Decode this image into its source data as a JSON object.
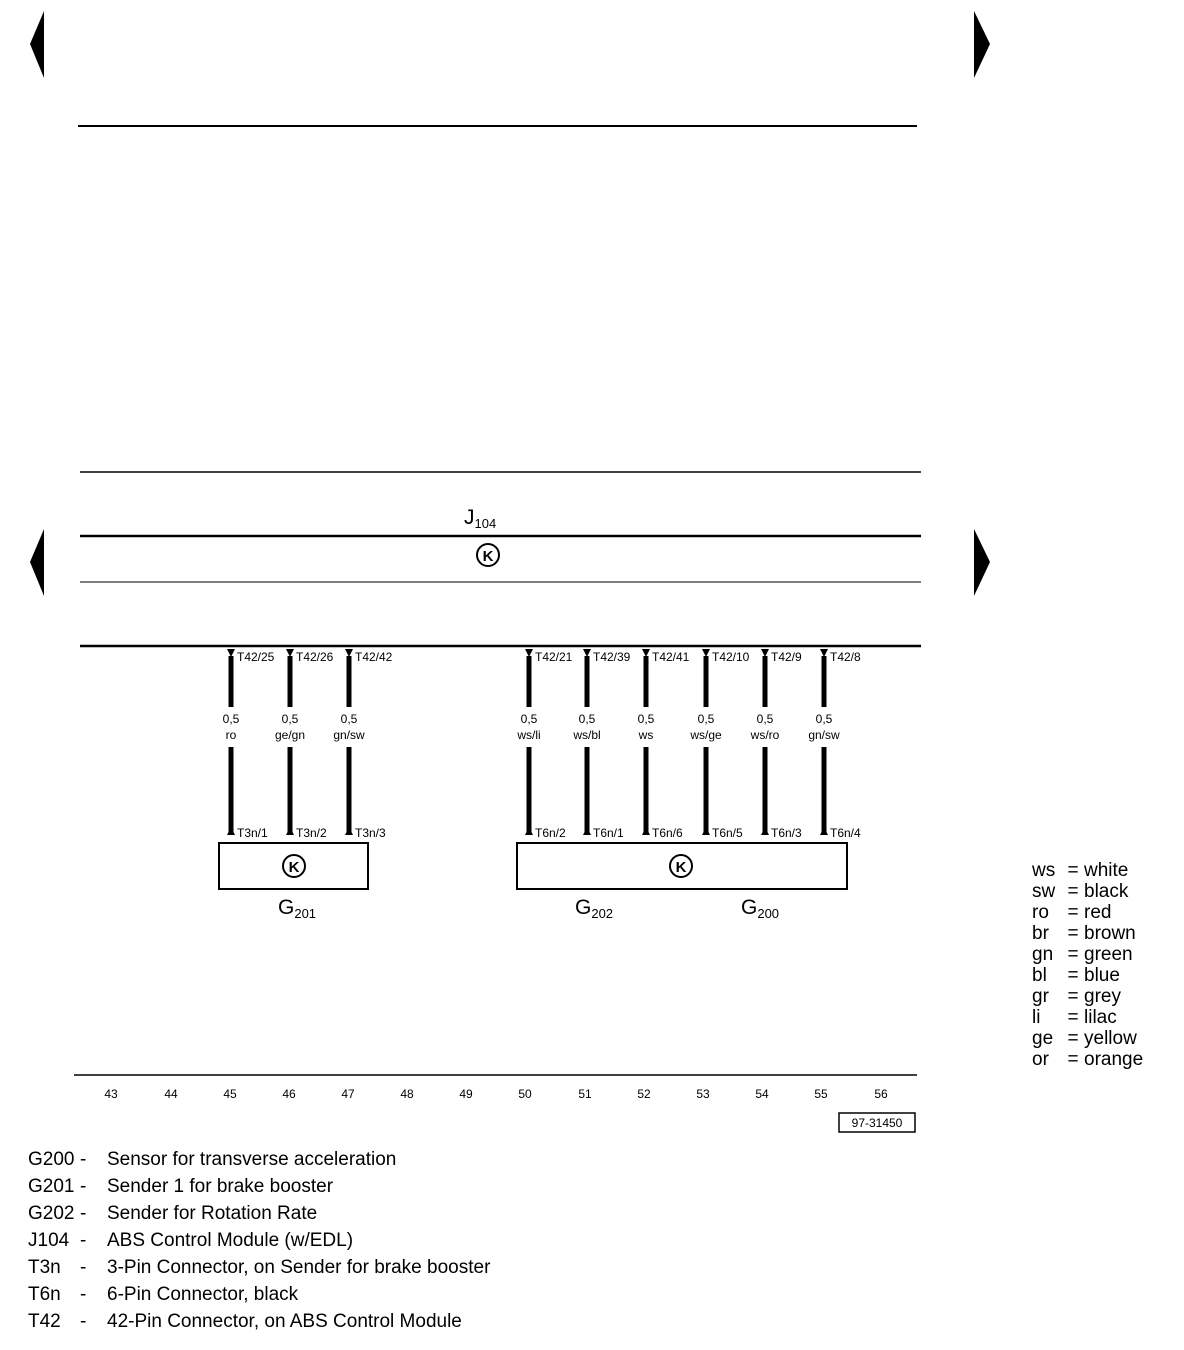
{
  "module": {
    "label": "J",
    "sub": "104",
    "ground_symbol": "K"
  },
  "components": [
    {
      "id": "G201",
      "label": "G",
      "sub": "201",
      "ground_symbol": "K"
    },
    {
      "id": "G202",
      "label": "G",
      "sub": "202"
    },
    {
      "id": "G200",
      "label": "G",
      "sub": "200",
      "ground_symbol": "K"
    }
  ],
  "wires": [
    {
      "track": "45",
      "module_pin": "T42/25",
      "size": "0,5",
      "color": "ro",
      "comp_pin": "T3n/1"
    },
    {
      "track": "46",
      "module_pin": "T42/26",
      "size": "0,5",
      "color": "ge/gn",
      "comp_pin": "T3n/2"
    },
    {
      "track": "47",
      "module_pin": "T42/42",
      "size": "0,5",
      "color": "gn/sw",
      "comp_pin": "T3n/3"
    },
    {
      "track": "50",
      "module_pin": "T42/21",
      "size": "0,5",
      "color": "ws/li",
      "comp_pin": "T6n/2"
    },
    {
      "track": "51",
      "module_pin": "T42/39",
      "size": "0,5",
      "color": "ws/bl",
      "comp_pin": "T6n/1"
    },
    {
      "track": "52",
      "module_pin": "T42/41",
      "size": "0,5",
      "color": "ws",
      "comp_pin": "T6n/6"
    },
    {
      "track": "53",
      "module_pin": "T42/10",
      "size": "0,5",
      "color": "ws/ge",
      "comp_pin": "T6n/5"
    },
    {
      "track": "54",
      "module_pin": "T42/9",
      "size": "0,5",
      "color": "ws/ro",
      "comp_pin": "T6n/3"
    },
    {
      "track": "55",
      "module_pin": "T42/8",
      "size": "0,5",
      "color": "gn/sw",
      "comp_pin": "T6n/4"
    }
  ],
  "tracks": [
    "43",
    "44",
    "45",
    "46",
    "47",
    "48",
    "49",
    "50",
    "51",
    "52",
    "53",
    "54",
    "55",
    "56"
  ],
  "figure_id": "97-31450",
  "nav_icons": [
    "arrow-left-icon",
    "arrow-right-icon"
  ],
  "color_legend": [
    {
      "abbr": "ws",
      "name": "white"
    },
    {
      "abbr": "sw",
      "name": "black"
    },
    {
      "abbr": "ro",
      "name": "red"
    },
    {
      "abbr": "br",
      "name": "brown"
    },
    {
      "abbr": "gn",
      "name": "green"
    },
    {
      "abbr": "bl",
      "name": "blue"
    },
    {
      "abbr": "gr",
      "name": "grey"
    },
    {
      "abbr": "li",
      "name": "lilac"
    },
    {
      "abbr": "ge",
      "name": "yellow"
    },
    {
      "abbr": "or",
      "name": "orange"
    }
  ],
  "legend": [
    {
      "code": "G200",
      "dash": "-",
      "desc": "Sensor for transverse acceleration"
    },
    {
      "code": "G201",
      "dash": "-",
      "desc": "Sender 1 for brake booster"
    },
    {
      "code": "G202",
      "dash": "-",
      "desc": "Sender for Rotation Rate"
    },
    {
      "code": "J104",
      "dash": "-",
      "desc": "ABS Control Module (w/EDL)"
    },
    {
      "code": "T3n",
      "dash": "-",
      "desc": "3-Pin Connector, on Sender for brake booster"
    },
    {
      "code": "T6n",
      "dash": "-",
      "desc": "6-Pin Connector, black"
    },
    {
      "code": "T42",
      "dash": "-",
      "desc": "42-Pin Connector, on ABS Control Module"
    }
  ]
}
